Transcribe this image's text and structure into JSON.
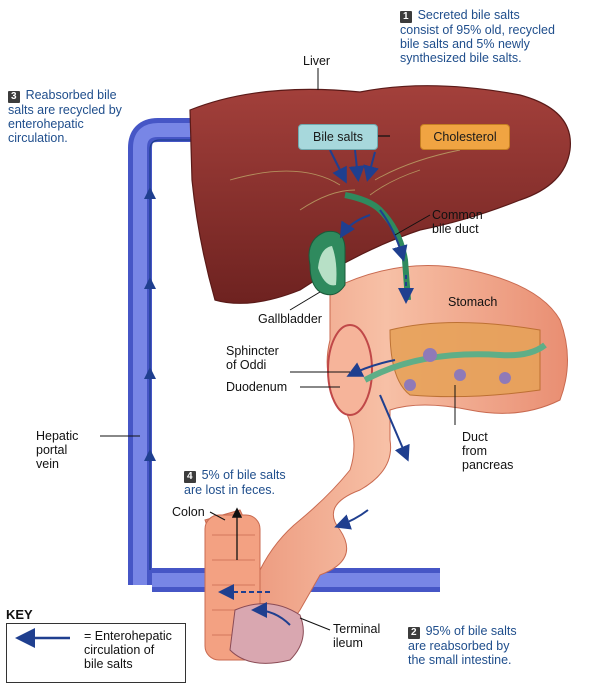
{
  "notes": {
    "n1": {
      "num": "1",
      "lines": [
        "Secreted bile salts",
        "consist of 95% old, recycled",
        "bile salts and 5% newly",
        "synthesized bile salts."
      ]
    },
    "n2": {
      "num": "2",
      "lines": [
        "95% of bile salts",
        "are reabsorbed by",
        "the small intestine."
      ]
    },
    "n3": {
      "num": "3",
      "lines": [
        "Reabsorbed bile",
        "salts are recycled by",
        "enterohepatic",
        "circulation."
      ]
    },
    "n4": {
      "num": "4",
      "lines": [
        "5% of bile salts",
        "are lost in feces."
      ]
    }
  },
  "labels": {
    "liver": "Liver",
    "bile_salts": "Bile salts",
    "cholesterol": "Cholesterol",
    "common_bile_duct": [
      "Common",
      "bile duct"
    ],
    "gallbladder": "Gallbladder",
    "stomach": "Stomach",
    "sphincter": [
      "Sphincter",
      "of Oddi"
    ],
    "duodenum": "Duodenum",
    "duct_pancreas": [
      "Duct",
      "from",
      "pancreas"
    ],
    "hepatic_portal_vein": [
      "Hepatic",
      "portal",
      "vein"
    ],
    "colon": "Colon",
    "terminal_ileum": [
      "Terminal",
      "ileum"
    ]
  },
  "key": {
    "title": "KEY",
    "lines": [
      "= Enterohepatic",
      "circulation of",
      "bile salts"
    ]
  },
  "colors": {
    "liver": "#8e2f2c",
    "portal_vein": "#5b6bd6",
    "bile_salts_box": "#a7d8dc",
    "cholesterol_box": "#f0a442",
    "intestine": "#f2a58a",
    "note_text": "#1f4e8c",
    "arrow": "#1f3f8f"
  }
}
